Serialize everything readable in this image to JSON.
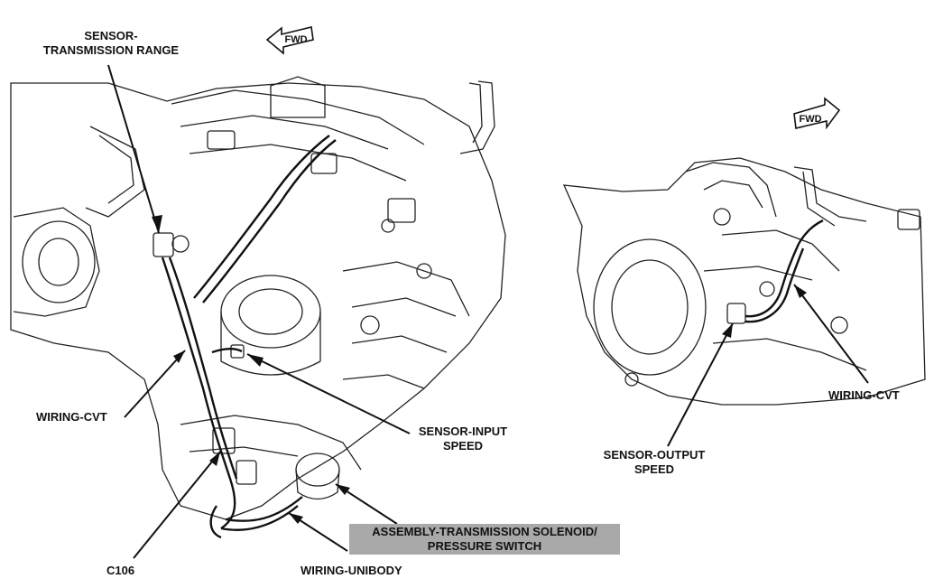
{
  "labels": {
    "tr_range_line1": "SENSOR-",
    "tr_range_line2": "TRANSMISSION RANGE",
    "wiring_cvt_left": "WIRING-CVT",
    "input_speed_line1": "SENSOR-INPUT",
    "input_speed_line2": "SPEED",
    "solenoid_line1": "ASSEMBLY-TRANSMISSION SOLENOID/",
    "solenoid_line2": "PRESSURE SWITCH",
    "c106": "C106",
    "wiring_unibody": "WIRING-UNIBODY",
    "output_speed_line1": "SENSOR-OUTPUT",
    "output_speed_line2": "SPEED",
    "wiring_cvt_right": "WIRING-CVT"
  },
  "fwd_arrows": {
    "left": "FWD",
    "right": "FWD"
  },
  "colors": {
    "ink": "#111111",
    "highlight": "#a9a9a9"
  }
}
